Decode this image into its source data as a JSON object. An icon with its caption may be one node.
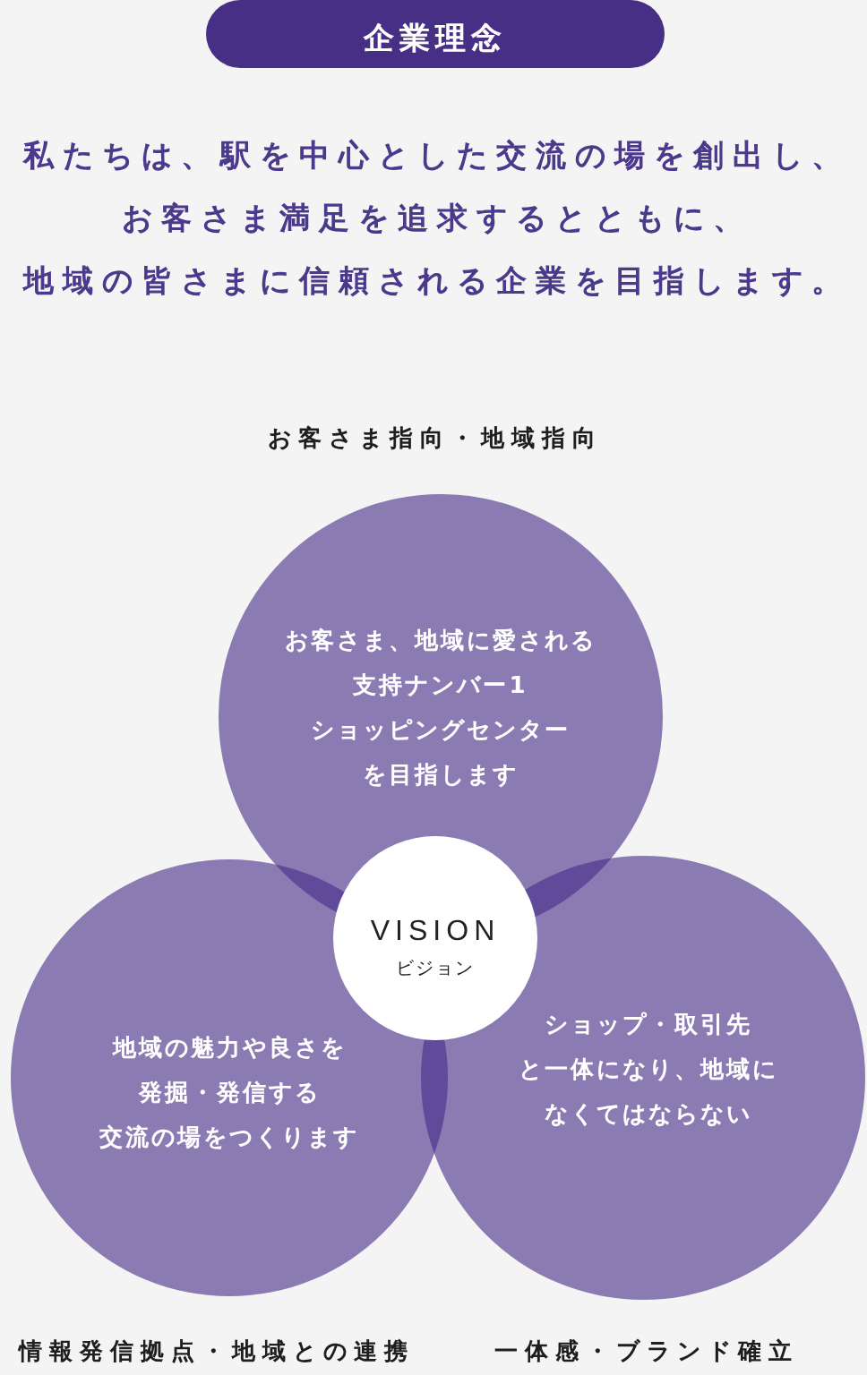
{
  "diagram": {
    "title": "企業理念",
    "nodes": [
      {
        "text": [
          "お客さま指向・地域指向",
          "お客さま、地域に愛される支持ナンバー1ショッピングセンターを目指します"
        ]
      },
      {
        "text": [
          "VISION",
          "ビジョン"
        ]
      },
      {
        "text": [
          "地域の魅力や良さを発掘・発信する交流の場をつくります",
          "情報発信拠点・地域との連携"
        ]
      },
      {
        "text": [
          "ショップ・取引先と一体になり、地域になくてはならない",
          "一体感・ブランド確立"
        ]
      }
    ],
    "labels": [
      "私たちは、駅を中心とした交流の場を創出し、お客さま満足を追求するとともに、地域の皆さまに信頼される企業を目指します。"
    ]
  }
}
